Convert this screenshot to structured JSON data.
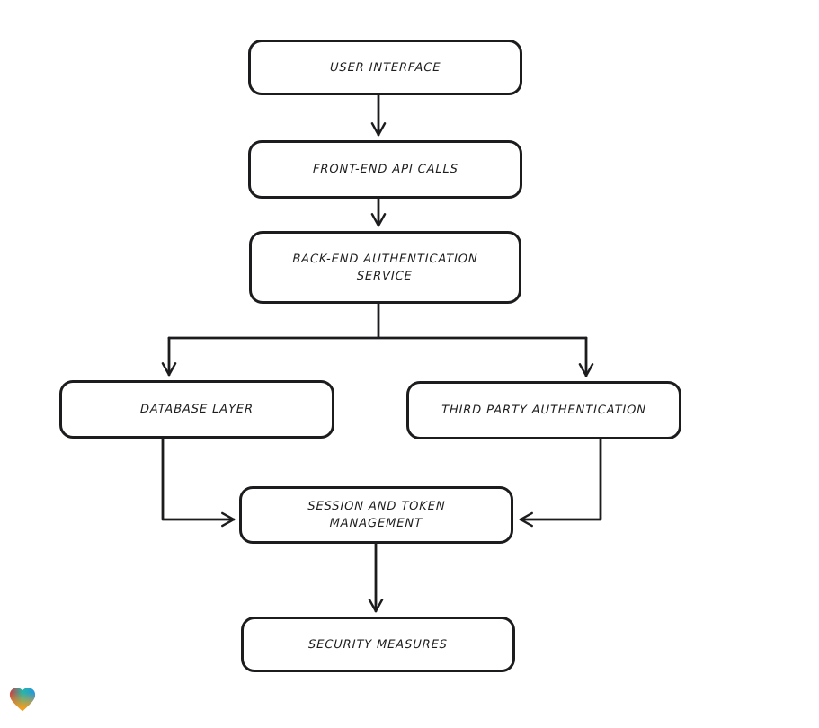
{
  "canvas": {
    "background": "#ffffff",
    "stroke_color": "#1c1c1e"
  },
  "diagram": {
    "type": "flowchart",
    "title": "Authentication architecture flowchart",
    "nodes": [
      {
        "id": "user-interface",
        "label": "USER INTERFACE"
      },
      {
        "id": "front-end-api-calls",
        "label": "FRONT-END API CALLS"
      },
      {
        "id": "back-end-authentication-service",
        "label": "BACK-END AUTHENTICATION\nSERVICE"
      },
      {
        "id": "database-layer",
        "label": "DATABASE LAYER"
      },
      {
        "id": "third-party-authentication",
        "label": "THIRD PARTY AUTHENTICATION"
      },
      {
        "id": "session-and-token-management",
        "label": "SESSION AND TOKEN\nMANAGEMENT"
      },
      {
        "id": "security-measures",
        "label": "SECURITY MEASURES"
      }
    ],
    "edges": [
      {
        "from": "user-interface",
        "to": "front-end-api-calls"
      },
      {
        "from": "front-end-api-calls",
        "to": "back-end-authentication-service"
      },
      {
        "from": "back-end-authentication-service",
        "to": "database-layer"
      },
      {
        "from": "back-end-authentication-service",
        "to": "third-party-authentication"
      },
      {
        "from": "database-layer",
        "to": "session-and-token-management"
      },
      {
        "from": "third-party-authentication",
        "to": "session-and-token-management"
      },
      {
        "from": "session-and-token-management",
        "to": "security-measures"
      }
    ]
  },
  "watermark": {
    "icon": "gradient-heart-icon",
    "colors": [
      "#f0252b",
      "#26b7a7",
      "#2a8de9",
      "#f79e1b"
    ]
  }
}
